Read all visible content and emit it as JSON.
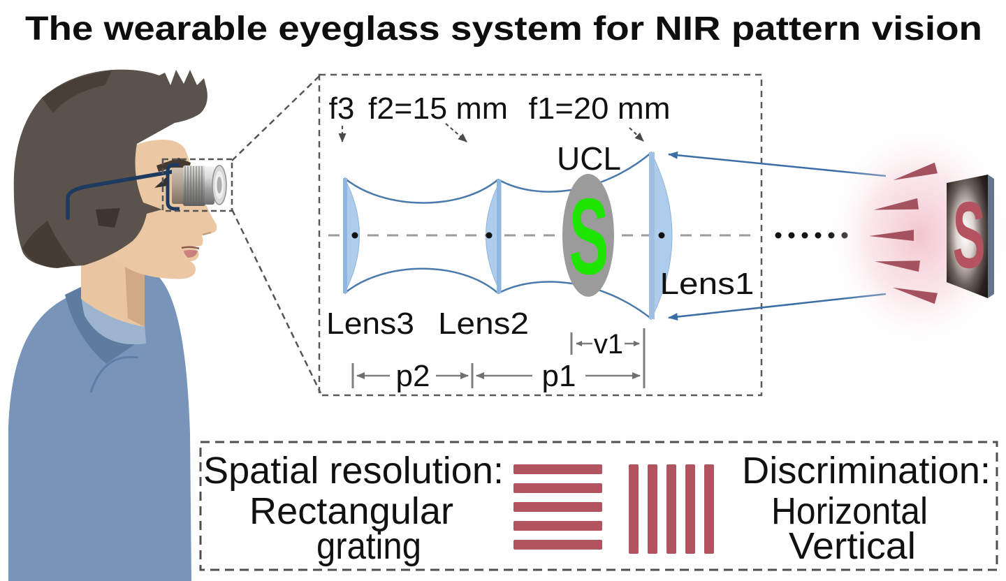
{
  "title": "The wearable eyeglass system for NIR pattern vision",
  "optics": {
    "focal_labels": {
      "f3": "f3",
      "f2": "f2=15 mm",
      "f1": "f1=20 mm"
    },
    "ucl_label": "UCL",
    "ucl_letter": "S",
    "lens_labels": {
      "lens1": "Lens1",
      "lens2": "Lens2",
      "lens3": "Lens3"
    },
    "distances": {
      "p2": "p2",
      "p1": "p1",
      "v1": "v1"
    }
  },
  "target": {
    "letter": "S"
  },
  "legend": {
    "left_lines": [
      "Spatial resolution:",
      "Rectangular",
      "grating"
    ],
    "right_lines": [
      "Discrimination:",
      "Horizontal",
      "Vertical"
    ]
  },
  "colors": {
    "lens_blue": "#aecdec",
    "lens_edge_blue": "#8fb6dc",
    "ray_blue": "#3a6ea5",
    "envelope_blue": "#4a7aab",
    "axis_gray": "#9b9b9b",
    "dimension_gray": "#7f7f7f",
    "ucl_gray": "#9b9b9b",
    "ucl_green": "#1ee500",
    "wedge_red": "#a5525f",
    "grating_red": "#b25360",
    "target_red": "#b5525f",
    "glow_pink": "#f0bcc6",
    "panel_dark": "#19130f",
    "shirt_blue": "#7894b9",
    "hair_brown": "#5b534b",
    "skin_tone": "#ebc7a4",
    "frame_navy": "#1d3a60"
  }
}
